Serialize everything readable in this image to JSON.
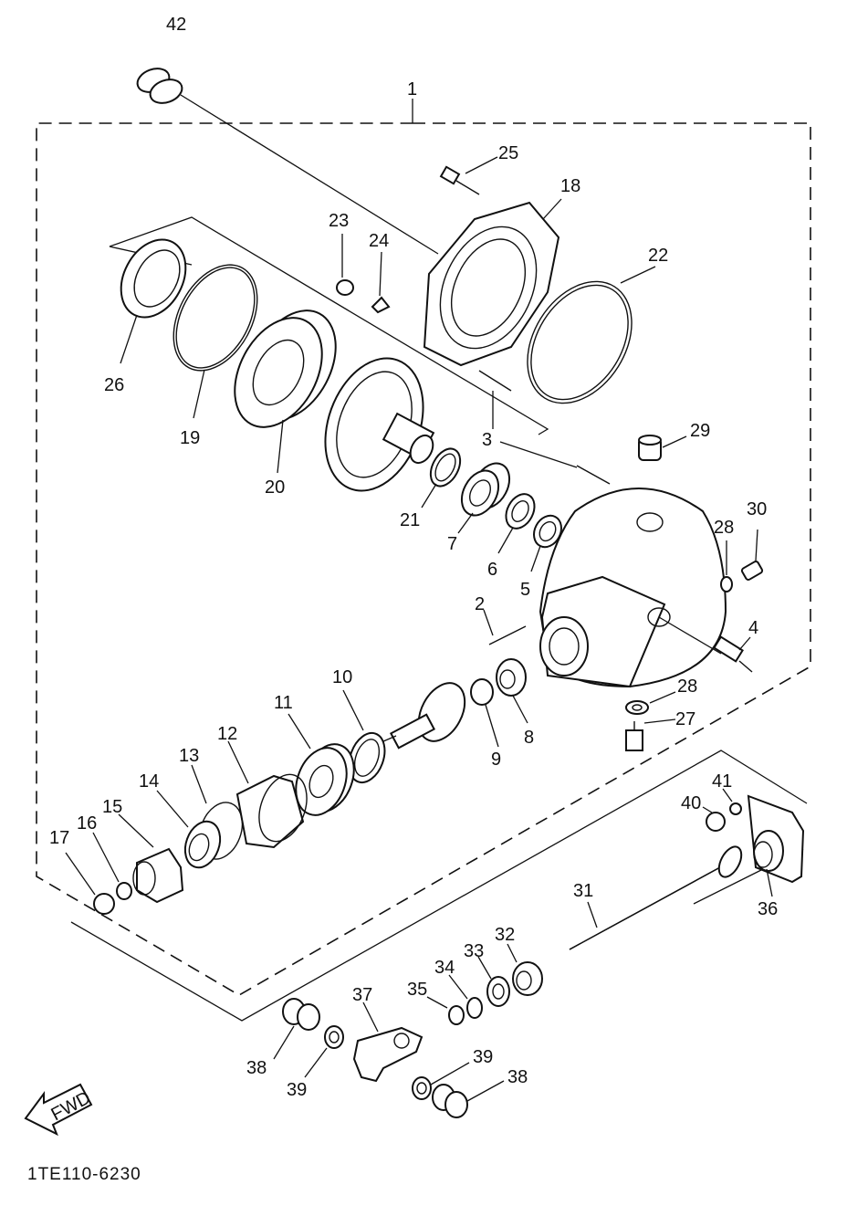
{
  "diagram": {
    "drawing_code": "1TE110-6230",
    "arrow_label": "FWD",
    "callouts": [
      "42",
      "1",
      "25",
      "18",
      "23",
      "24",
      "22",
      "26",
      "19",
      "20",
      "3",
      "29",
      "21",
      "7",
      "6",
      "5",
      "28",
      "30",
      "2",
      "4",
      "10",
      "11",
      "12",
      "13",
      "14",
      "15",
      "16",
      "17",
      "9",
      "8",
      "28",
      "27",
      "41",
      "40",
      "36",
      "31",
      "32",
      "33",
      "34",
      "35",
      "37",
      "38",
      "39",
      "39",
      "38"
    ]
  }
}
